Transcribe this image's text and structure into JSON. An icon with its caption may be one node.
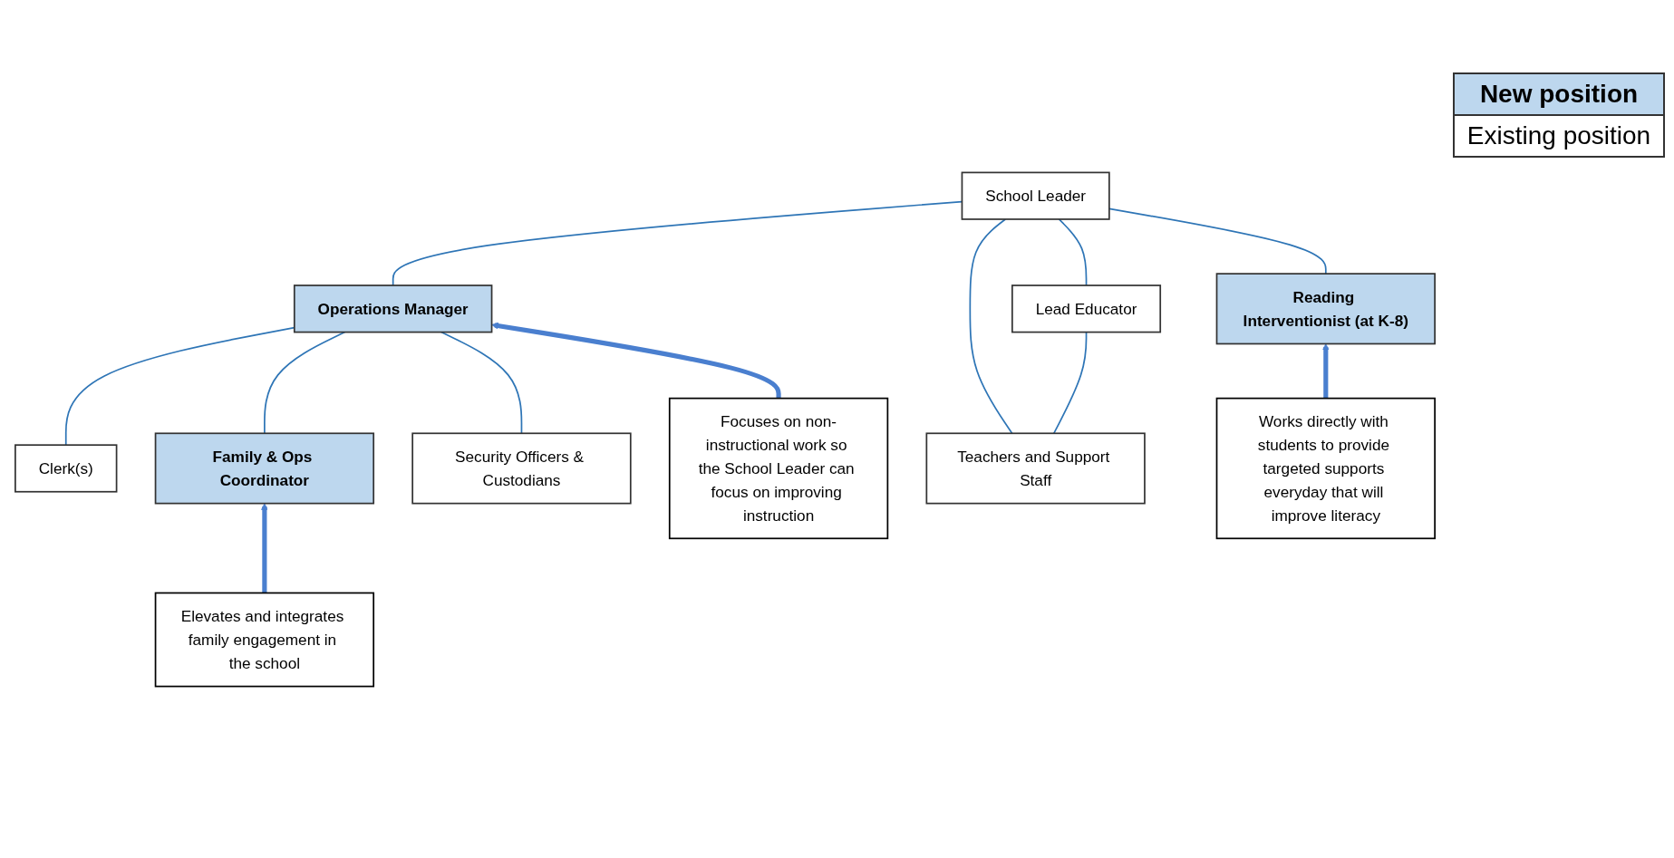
{
  "diagram": {
    "nodes": [
      {
        "text": [
          "Focuses on non-instructional work so the School Leader can focus on improving instruction"
        ]
      },
      {
        "text": [
          "School Leader"
        ]
      },
      {
        "text": [
          "Operations Manager"
        ]
      },
      {
        "text": [
          "Lead Educator"
        ]
      },
      {
        "text": [
          "Clerk(s)"
        ]
      },
      {
        "text": [
          "Family & Ops Coordinator"
        ]
      },
      {
        "text": [
          "Security Officers & Custodians"
        ]
      },
      {
        "text": [
          "Teachers and Support Staff"
        ]
      },
      {
        "text": [
          "Reading Interventionist (at K-8)"
        ]
      },
      {
        "text": [
          "Elevates and integrates family engagement in the school"
        ]
      },
      {
        "text": [
          "Works directly with students to provide targeted supports everyday that will improve literacy"
        ]
      }
    ],
    "edges": [
      {
        "from": 1,
        "to": 2,
        "arrow": "none"
      },
      {
        "from": 1,
        "to": 7,
        "arrow": "none"
      },
      {
        "from": 1,
        "to": 3,
        "arrow": "none"
      },
      {
        "from": 1,
        "to": 8,
        "arrow": "none"
      },
      {
        "from": 2,
        "to": 4,
        "arrow": "none"
      },
      {
        "from": 2,
        "to": 5,
        "arrow": "none"
      },
      {
        "from": 2,
        "to": 6,
        "arrow": "none"
      },
      {
        "from": 3,
        "to": 7,
        "arrow": "none"
      },
      {
        "from": 0,
        "to": 2,
        "arrow": "to",
        "style": "thick",
        "color": "#4a7fcf"
      },
      {
        "from": 9,
        "to": 5,
        "arrow": "to",
        "style": "thick",
        "color": "#4a7fcf"
      },
      {
        "from": 10,
        "to": 8,
        "arrow": "to",
        "style": "thick",
        "color": "#4a7fcf"
      }
    ],
    "legend": [
      {
        "text": "New position",
        "color": "#bdd7ee"
      },
      {
        "text": "Existing position",
        "color": "#ffffff"
      }
    ]
  }
}
